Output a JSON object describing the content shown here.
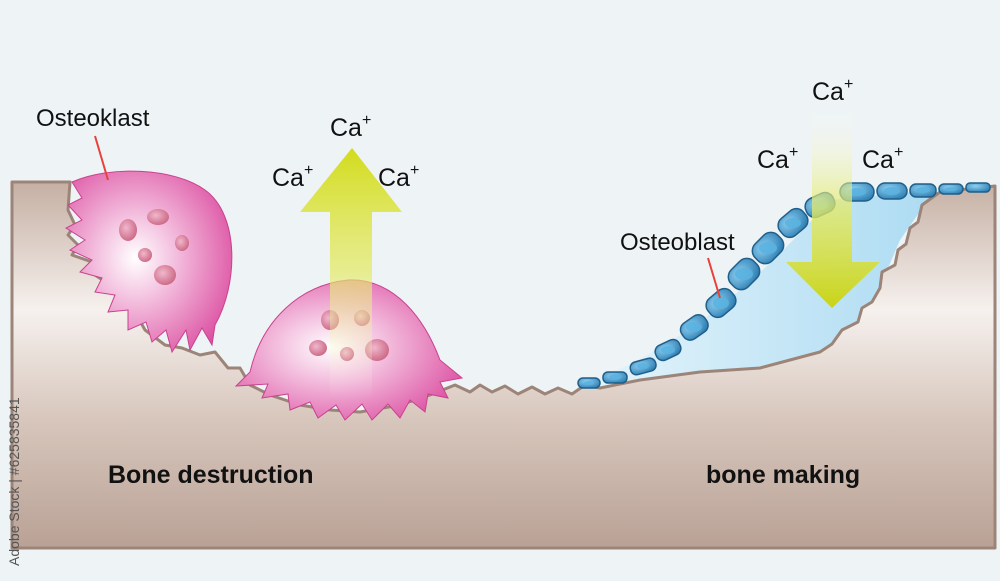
{
  "labels": {
    "osteoclast": "Osteoklast",
    "osteoblast": "Osteoblast",
    "bone_destruction": "Bone destruction",
    "bone_making": "bone making",
    "calcium_ion": "Ca",
    "calcium_charge": "+"
  },
  "stock_id": "Adobe Stock | #625835841",
  "colors": {
    "background": "#eef3f5",
    "bone": "#d3c2b8",
    "bone_edge": "#9c8479",
    "osteoclast": "#e060a8",
    "osteoblast": "#3f9bcf",
    "arrow": "#d6e02a",
    "fluid": "#bfe4f6"
  },
  "icons": [
    "osteoclast-cell-icon",
    "osteoblast-cell-icon",
    "calcium-release-arrow-icon",
    "calcium-deposit-arrow-icon"
  ]
}
